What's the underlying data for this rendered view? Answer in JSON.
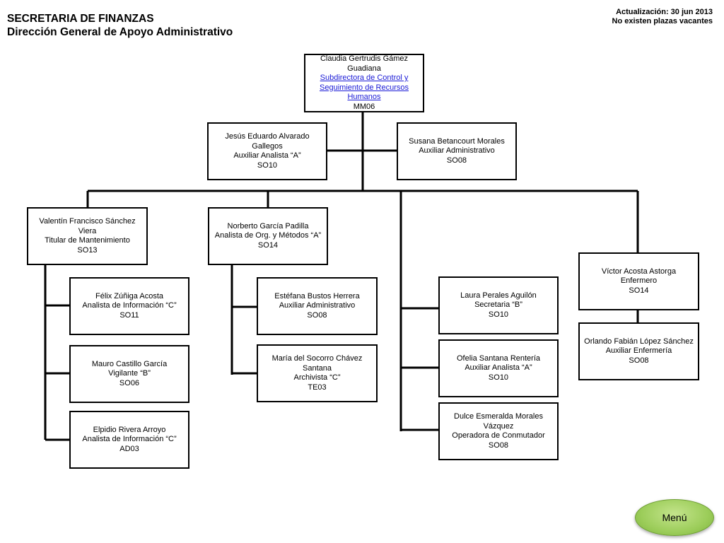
{
  "header": {
    "org": "SECRETARIA DE FINANZAS",
    "department": "Dirección General de Apoyo Administrativo",
    "update": "Actualización: 30 jun 2013",
    "vacancies": "No existen plazas  vacantes"
  },
  "nodes": {
    "head": {
      "name": "Claudia Gertrudis Gámez Guadiana",
      "title": "Subdirectora de Control y Seguimiento de Recursos Humanos",
      "code": "MM06"
    },
    "jesus": {
      "name": "Jesús Eduardo Alvarado Gallegos",
      "title": "Auxiliar Analista “A”",
      "code": "SO10"
    },
    "susana": {
      "name": "Susana Betancourt Morales",
      "title": "Auxiliar Administrativo",
      "code": "SO08"
    },
    "valentin": {
      "name": "Valentín Francisco Sánchez Viera",
      "title": "Titular de Mantenimiento",
      "code": "SO13"
    },
    "felix": {
      "name": "Félix  Zúñiga Acosta",
      "title": "Analista de Información “C”",
      "code": "SO11"
    },
    "mauro": {
      "name": "Mauro Castillo García",
      "title": "Vigilante “B”",
      "code": "SO06"
    },
    "elpidio": {
      "name": "Elpidio Rivera Arroyo",
      "title": "Analista de Información “C”",
      "code": "AD03"
    },
    "norberto": {
      "name": "Norberto García Padilla",
      "title": "Analista de Org. y Métodos “A”",
      "code": "SO14"
    },
    "estefana": {
      "name": "Estéfana Bustos Herrera",
      "title": "Auxiliar Administrativo",
      "code": "SO08"
    },
    "maria": {
      "name": "María del Socorro Chávez Santana",
      "title": "Archivista “C”",
      "code": "TE03"
    },
    "laura": {
      "name": "Laura Perales Aguilón",
      "title": "Secretaria “B”",
      "code": "SO10"
    },
    "ofelia": {
      "name": "Ofelia Santana Rentería",
      "title": "Auxiliar Analista “A”",
      "code": "SO10"
    },
    "dulce": {
      "name": "Dulce Esmeralda Morales Vázquez",
      "title": "Operadora de Conmutador",
      "code": "SO08"
    },
    "victor": {
      "name": "Víctor Acosta Astorga",
      "title": "Enfermero",
      "code": "SO14"
    },
    "orlando": {
      "name": "Orlando Fabián López Sánchez",
      "title": "Auxiliar Enfermería",
      "code": "SO08"
    }
  },
  "menu": {
    "label": "Menú"
  }
}
